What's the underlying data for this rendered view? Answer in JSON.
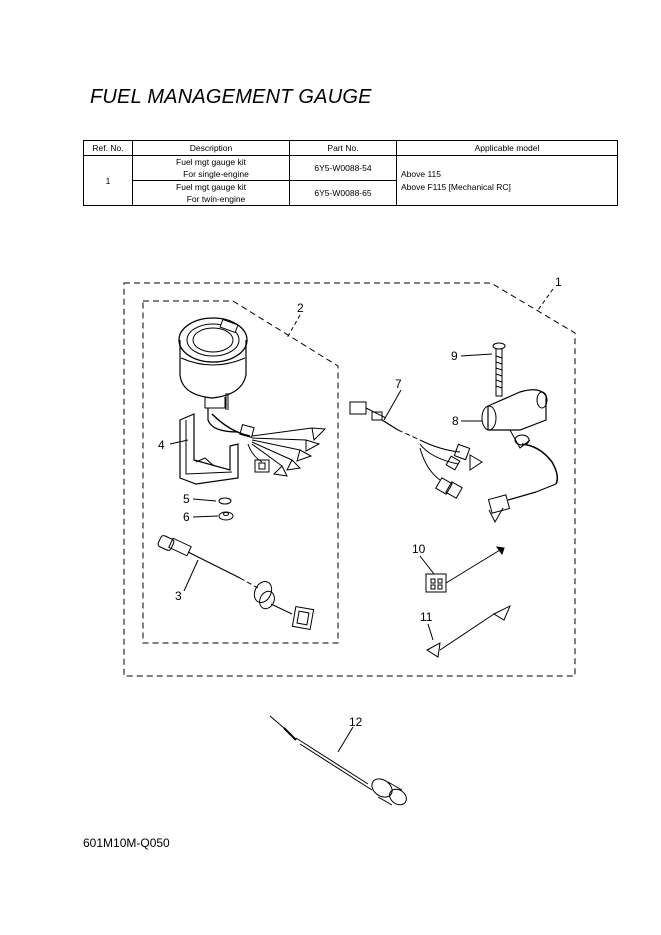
{
  "title": "FUEL MANAGEMENT GAUGE",
  "table": {
    "headers": [
      "Ref. No.",
      "Description",
      "Part No.",
      "Applicable model"
    ],
    "ref_no": "1",
    "rows": [
      {
        "desc_main": "Fuel mgt gauge kit",
        "desc_sub": "For single-engine",
        "part_no": "6Y5-W0088-54"
      },
      {
        "desc_main": "Fuel mgt gauge kit",
        "desc_sub": "For twin-engine",
        "part_no": "6Y5-W0088-65"
      }
    ],
    "applicable_models": [
      "Above 115",
      "Above F115 [Mechanical RC]"
    ]
  },
  "callouts": [
    "1",
    "2",
    "3",
    "4",
    "5",
    "6",
    "7",
    "8",
    "9",
    "10",
    "11",
    "12"
  ],
  "footer_code": "601M10M-Q050"
}
